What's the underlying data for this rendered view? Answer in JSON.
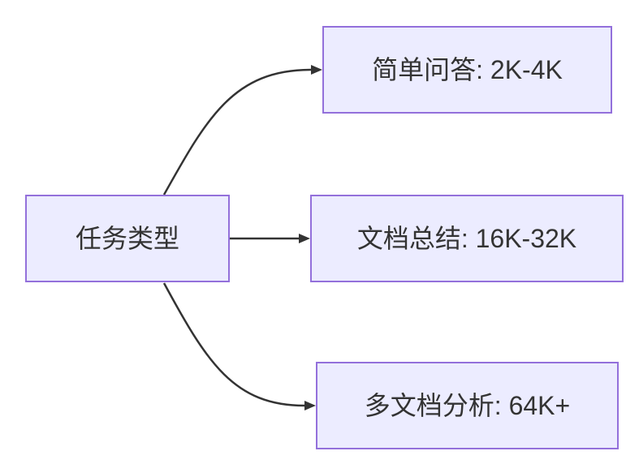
{
  "diagram": {
    "type": "flowchart",
    "direction": "left-to-right",
    "root": {
      "id": "task-type",
      "label": "任务类型"
    },
    "branches": [
      {
        "id": "simple-qa",
        "label": "简单问答: 2K-4K"
      },
      {
        "id": "doc-summary",
        "label": "文档总结: 16K-32K"
      },
      {
        "id": "multi-doc-analysis",
        "label": "多文档分析: 64K+"
      }
    ],
    "colors": {
      "node_fill": "#ECECFF",
      "node_border": "#9370DB",
      "edge": "#333333",
      "text": "#333333",
      "background": "#FFFFFF"
    }
  }
}
